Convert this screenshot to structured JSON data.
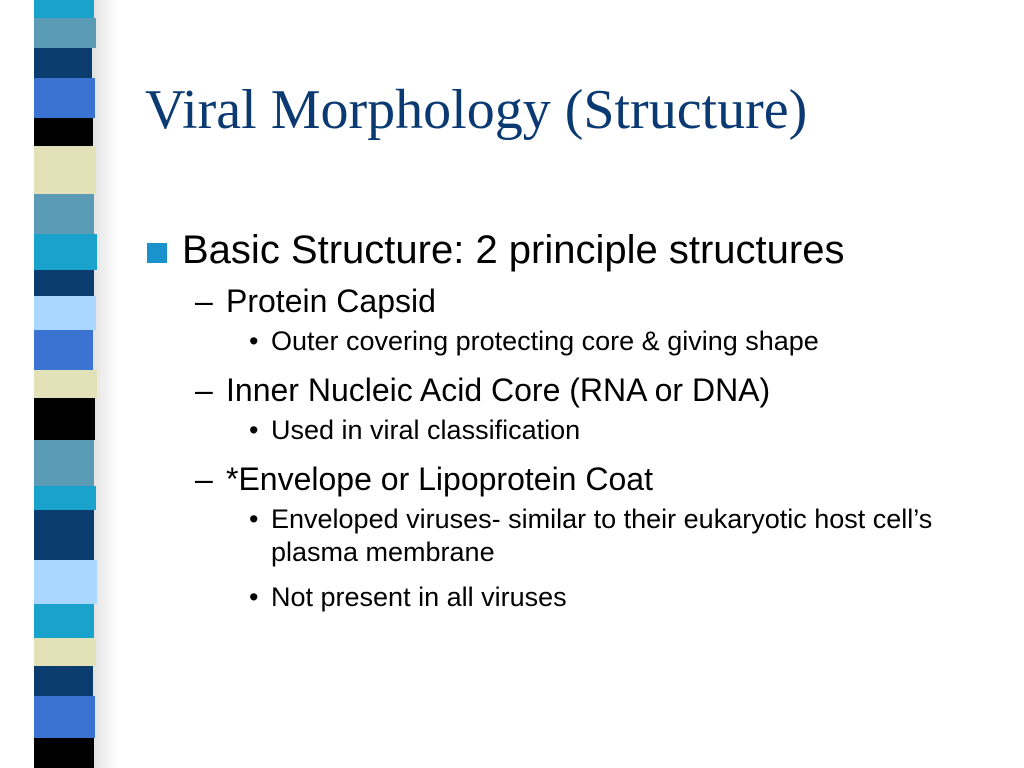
{
  "slide": {
    "title": "Viral Morphology (Structure)",
    "level1": {
      "text": "Basic Structure: 2 principle structures",
      "bullet_color": "#1a92cb"
    },
    "sub": [
      {
        "marker": "–",
        "text": "Protein Capsid",
        "points": [
          {
            "marker": "•",
            "text": "Outer covering protecting core & giving shape"
          }
        ]
      },
      {
        "marker": "–",
        "text": "Inner Nucleic Acid Core (RNA or DNA)",
        "points": [
          {
            "marker": "•",
            "text": "Used in viral classification"
          }
        ]
      },
      {
        "marker": "–",
        "text": "*Envelope or Lipoprotein Coat",
        "points": [
          {
            "marker": "•",
            "text": "Enveloped viruses- similar to their eukaryotic host cell’s plasma membrane"
          },
          {
            "marker": "•",
            "text": "Not present in all viruses"
          }
        ]
      }
    ]
  },
  "theme": {
    "title_color": "#0b3a73",
    "stripe_colors": [
      "#0a3c6e",
      "#5b9bb5",
      "#3a73d1",
      "#000000",
      "#e3e1b8",
      "#19a3cc",
      "#a9d7ff"
    ]
  }
}
